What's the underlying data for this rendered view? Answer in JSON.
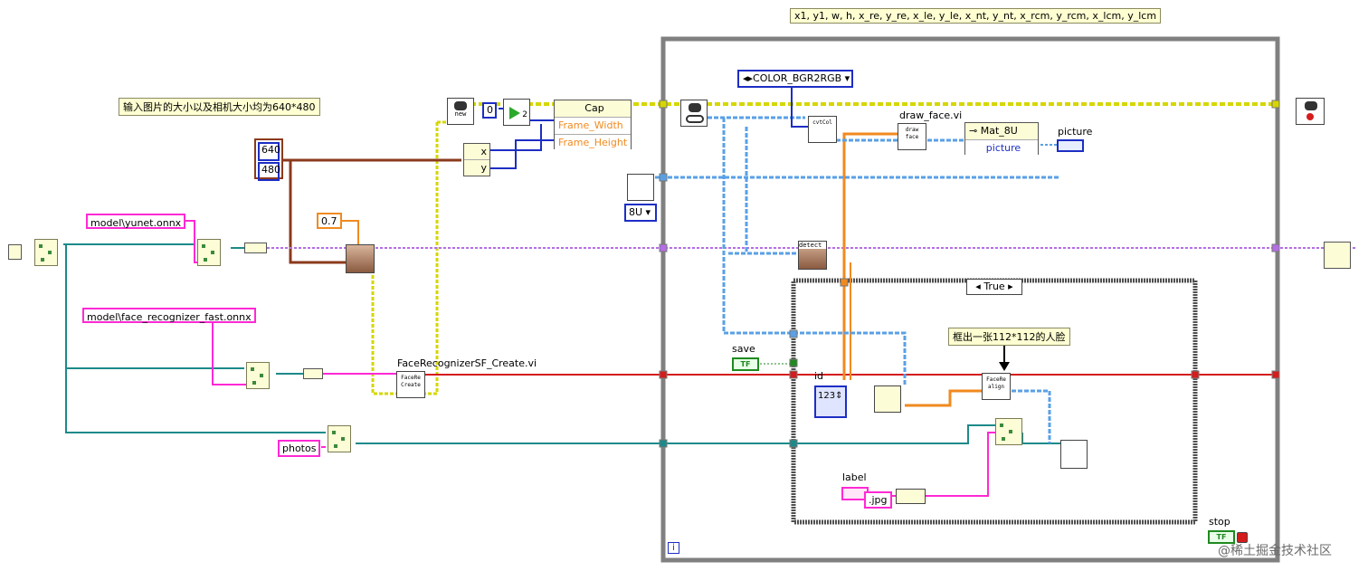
{
  "notes": {
    "output_fields": "x1, y1, w, h, x_re, y_re, x_le, y_le, x_nt, y_nt, x_rcm, y_rcm, x_lcm, y_lcm",
    "image_size": "输入图片的大小以及相机大小均为640*480",
    "crop_face": "框出一张112*112的人脸"
  },
  "constants": {
    "width": "640",
    "height": "480",
    "threshold": "0.7",
    "yunet_path": "model\\yunet.onnx",
    "recognizer_path": "model\\face_recognizer_fast.onnx",
    "photos_path": "photos",
    "camera_index": "0",
    "ext": ".jpg",
    "mat_type": "8U",
    "color_code": "COLOR_BGR2RGB",
    "case_selector": "True",
    "numeric_id": "123"
  },
  "nodes": {
    "cap_label": "Cap",
    "frame_width": "Frame_Width",
    "frame_height": "Frame_Height",
    "bundle_x": "x",
    "bundle_y": "y",
    "recognizer_create_label": "FaceRecognizerSF_Create.vi",
    "draw_face_label": "draw_face.vi",
    "mat8u_label": "Mat_8U",
    "picture_property": "picture",
    "picture_indicator": "picture",
    "save_label": "save",
    "label_label": "label",
    "stop_label": "stop",
    "id_label": "id",
    "detect_text": "detect",
    "cvtcol_text": "cvtCol",
    "new_text": "new",
    "two_text": "2",
    "vi_face_create": "FaceRe\nCreate",
    "vi_draw_face": "draw\nface",
    "vi_face_align": "FaceRe\nalign",
    "info_icon": "i",
    "tf_text": "TF"
  },
  "colors": {
    "cluster_wire": "#1d8a8a",
    "string_wire": "#ff29d4",
    "error_wire": "#d41c1c",
    "numeric_wire": "#f08a1f",
    "camera_wire": "#c8c800",
    "image_wire": "#5aa0e6",
    "int_wire": "#1d2ec4",
    "refnum_wire": "#b46ee6"
  },
  "watermark": "@稀土掘金技术社区"
}
